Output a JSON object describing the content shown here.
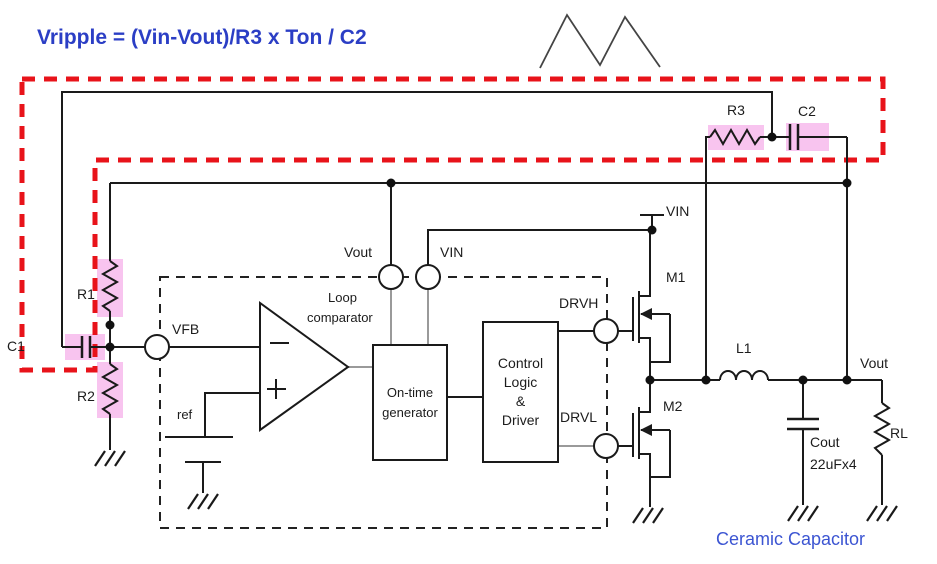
{
  "formula_banner": "Vripple = (Vin-Vout)/R3 x Ton / C2",
  "annotation": "Ceramic Capacitor",
  "labels": {
    "r1": "R1",
    "r2": "R2",
    "r3": "R3",
    "c1": "C1",
    "c2": "C2",
    "l1": "L1",
    "rl": "RL",
    "m1": "M1",
    "m2": "M2",
    "cout_name": "Cout",
    "cout_value": "22uFx4",
    "vin_supply": "VIN",
    "vout_net": "Vout",
    "ref": "ref"
  },
  "ic": {
    "pin_vfb": "VFB",
    "pin_vout": "Vout",
    "pin_vin": "VIN",
    "pin_drvh": "DRVH",
    "pin_drvl": "DRVL",
    "comparator_line1": "Loop",
    "comparator_line2": "comparator",
    "ontime_line1": "On-time",
    "ontime_line2": "generator",
    "control_line1": "Control",
    "control_line2": "Logic",
    "control_line3": "&",
    "control_line4": "Driver"
  },
  "colors": {
    "formula_blue": "#2B3EC5",
    "annotation_blue": "#3C55D2",
    "highlight_red": "#E8131A",
    "component_pink": "#F8C4EF",
    "wire_black": "#1a1a1a",
    "wire_gray": "#9a9a9a"
  }
}
